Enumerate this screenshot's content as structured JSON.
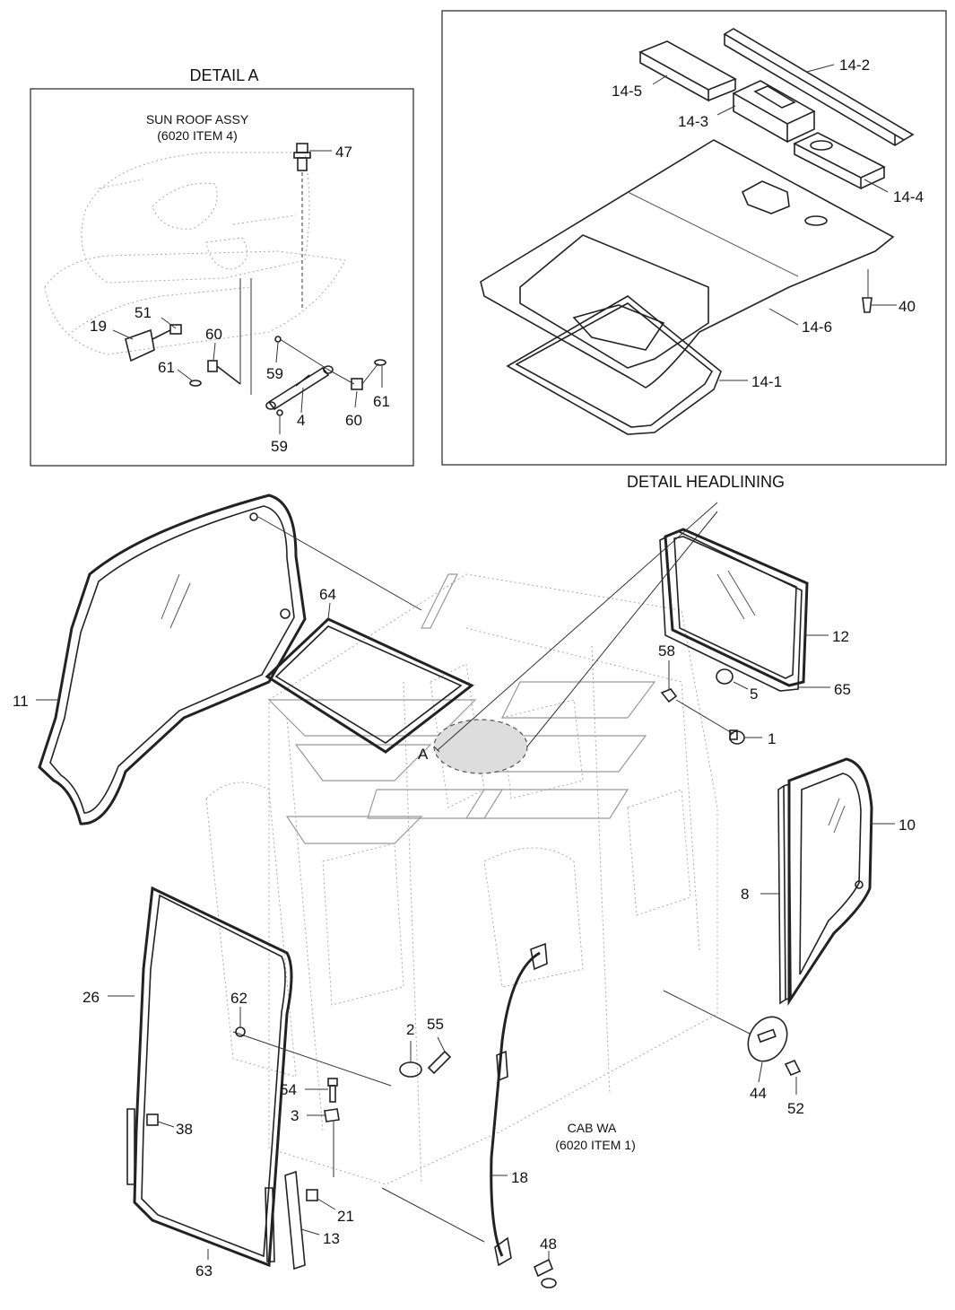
{
  "panels": {
    "detail_a": {
      "title": "DETAIL A",
      "subtitle_line1": "SUN ROOF ASSY",
      "subtitle_line2": "(6020 ITEM 4)"
    },
    "headlining": {
      "title": "DETAIL HEADLINING"
    }
  },
  "cab": {
    "caption_line1": "CAB WA",
    "caption_line2": "(6020 ITEM 1)",
    "detail_marker": "A"
  },
  "labels": {
    "p47": "47",
    "p51": "51",
    "p19": "19",
    "p60a": "60",
    "p61a": "61",
    "p59a": "59",
    "p4": "4",
    "p60b": "60",
    "p61b": "61",
    "p59b": "59",
    "p14_2": "14-2",
    "p14_5": "14-5",
    "p14_3": "14-3",
    "p14_4": "14-4",
    "p40": "40",
    "p14_6": "14-6",
    "p14_1": "14-1",
    "p64": "64",
    "p11": "11",
    "p12": "12",
    "p58": "58",
    "p5": "5",
    "p65": "65",
    "p1": "1",
    "p10": "10",
    "p8": "8",
    "p26": "26",
    "p62": "62",
    "p2": "2",
    "p55": "55",
    "p54": "54",
    "p3": "3",
    "p38": "38",
    "p44": "44",
    "p52": "52",
    "p18": "18",
    "p21": "21",
    "p13": "13",
    "p48": "48",
    "p63": "63"
  }
}
